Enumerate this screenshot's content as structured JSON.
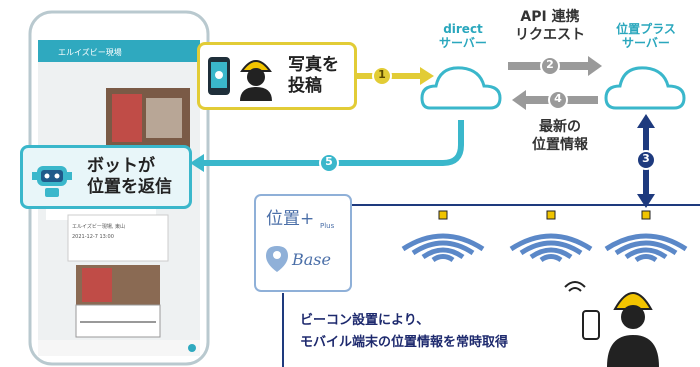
{
  "colors": {
    "teal": "#3ab7cb",
    "yellow": "#e2cc36",
    "gray": "#8a8a8a",
    "navy": "#1e3a7e",
    "green": "#5bb98b"
  },
  "post_bubble": {
    "text": "写真を投稿",
    "line1": "写真を",
    "line2": "投稿",
    "icon": "phone-icon",
    "person": "worker-helmet-icon"
  },
  "bot_bubble": {
    "line1": "ボットが",
    "line2": "位置を返信",
    "icon": "robot-icon"
  },
  "direct_server": {
    "line1": "direct",
    "line2": "サーバー",
    "icon": "cloud-icon"
  },
  "ichi_server": {
    "line1": "位置プラス",
    "line2": "サーバー",
    "icon": "cloud-icon"
  },
  "api_request": {
    "line1": "API 連携",
    "line2": "リクエスト"
  },
  "latest_location": {
    "line1": "最新の",
    "line2": "位置情報"
  },
  "steps": {
    "s1": "1",
    "s2": "2",
    "s3": "3",
    "s4": "4",
    "s5": "5"
  },
  "logos": {
    "ichi_plus": "位置+",
    "ichi_plus_sub": "Plus",
    "base": "Base"
  },
  "bottom_text": {
    "line1": "ビーコン設置により、",
    "line2": "モバイル端末の位置情報を常時取得"
  },
  "phone": {
    "header": "エルイズビー現場",
    "post_caption": "エルイズビー現場, 東山",
    "map_caption": "2021-12-7 13:00"
  }
}
